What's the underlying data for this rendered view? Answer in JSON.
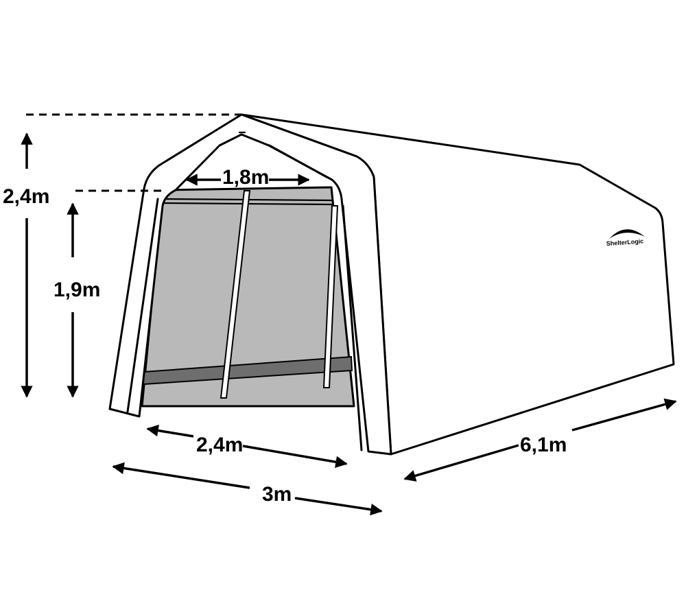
{
  "diagram": {
    "subject": "Portable garage shelter with dimensions",
    "brand_logo_text": "ShelterLogic",
    "dimensions": {
      "total_height": "2,4m",
      "door_height": "1,9m",
      "door_top_width": "1,8m",
      "door_bottom_width": "2,4m",
      "total_width": "3m",
      "length": "6,1m"
    },
    "colors": {
      "outline": "#000000",
      "fabric": "#ffffff",
      "rear_panel": "#b9b9b9",
      "band": "#6e6e6e"
    }
  }
}
